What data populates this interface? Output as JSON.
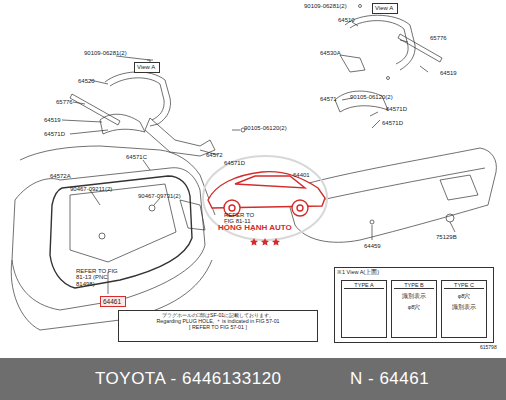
{
  "diagram": {
    "nodes": [
      {
        "text": [
          "View A"
        ]
      },
      {
        "text": [
          "View A"
        ]
      },
      {
        "text": [
          "64461"
        ]
      },
      {
        "text": [
          "プラグホールの□部はSF-01に記載しております。",
          "Regarding PLUG HOLE, ＊ is indicated in FIG 57-01",
          "[ REFER TO FIG 57-01 ]"
        ]
      },
      {
        "text": [
          "※1 View A(上面)"
        ]
      },
      {
        "text": [
          "TYPE A"
        ],
        "in": 4
      },
      {
        "text": [
          "TYPE B",
          "識別表示",
          "φ8穴"
        ],
        "in": 4
      },
      {
        "text": [
          "TYPE C",
          "φ8穴",
          "識別表示"
        ],
        "in": 4
      }
    ],
    "labels": [
      "90109-06281(2)",
      "64520",
      "65776",
      "64519",
      "64571D",
      "90105-06120(2)",
      "64572",
      "64571D",
      "64571C",
      "64572A",
      "90467-09211(2)",
      "90467-09731(2)",
      "REFER TO FIG 81-11",
      "64401",
      "90109-06281(2)",
      "64510",
      "64530A",
      "65776",
      "64519",
      "64571",
      "90105-06120(2)",
      "64571D",
      "64571D",
      "64459",
      "75129B",
      "REFER TO FIG 81-13 (PNC 81498)",
      "HỒNG HẠNH AUTO",
      "615798",
      "TOYOTA - 6446133120",
      "N - 64461"
    ]
  }
}
